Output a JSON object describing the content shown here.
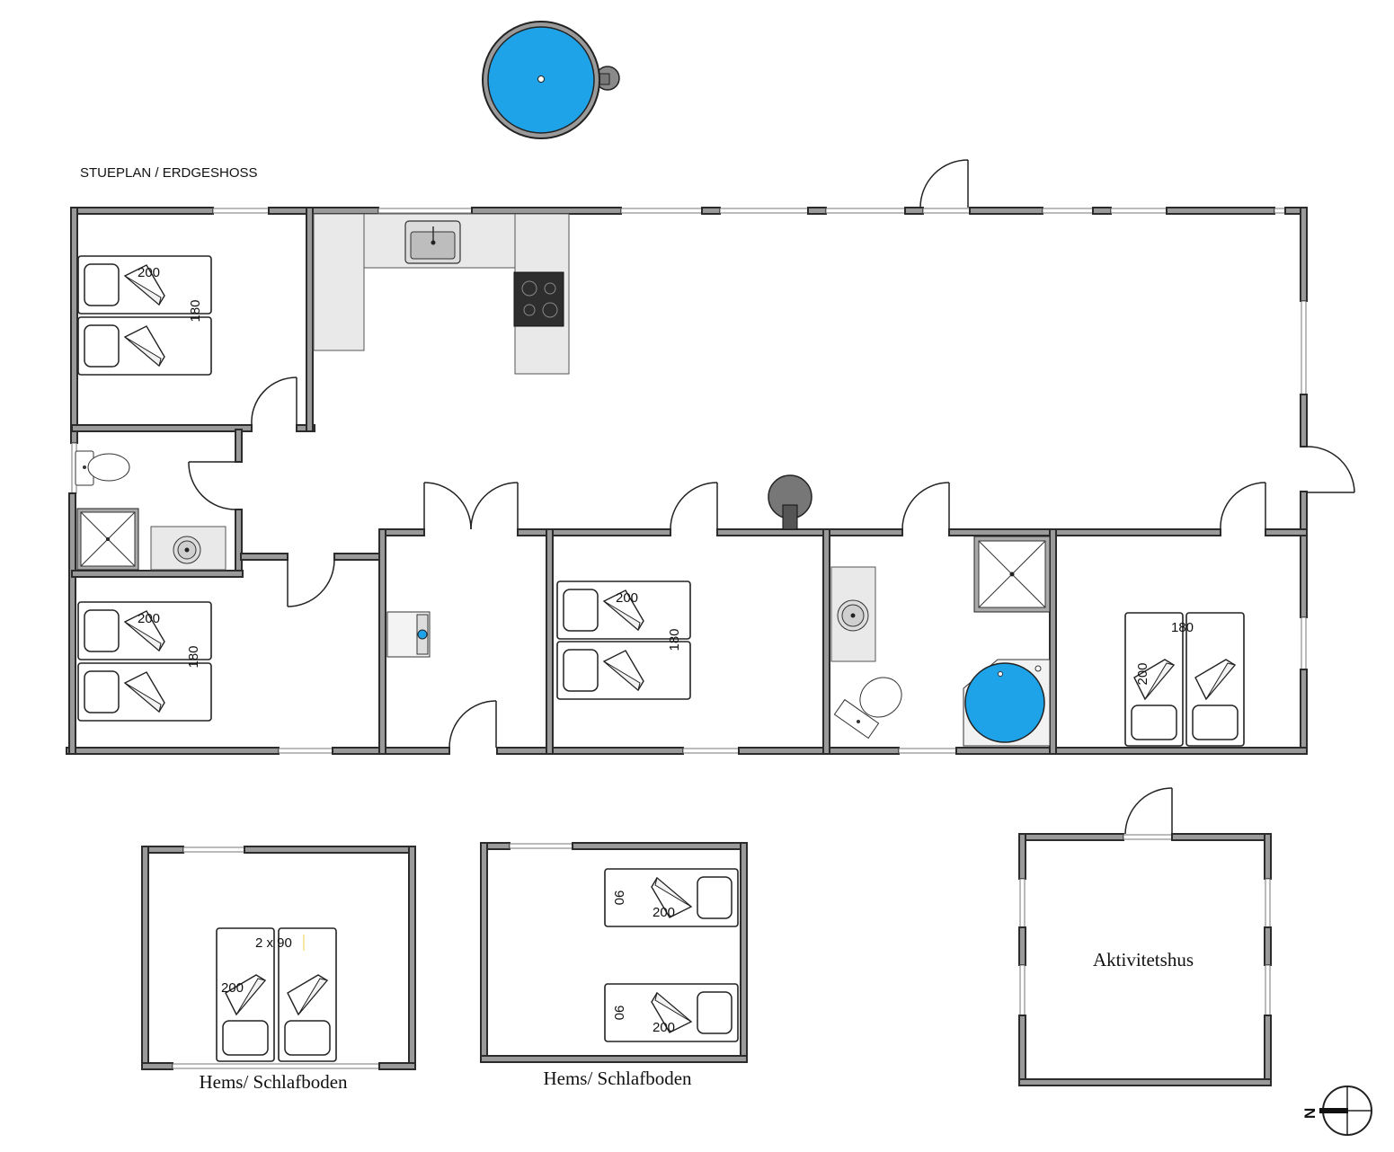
{
  "plan_title": "STUEPLAN / ERDGESHOSS",
  "rooms": {
    "bedroom_top_left": {
      "length": "200",
      "width": "180"
    },
    "bedroom_bottom_left": {
      "length": "200",
      "width": "180"
    },
    "bedroom_middle": {
      "length": "200",
      "width": "180"
    },
    "bedroom_right": {
      "width": "180",
      "length": "200"
    }
  },
  "loft_1": {
    "title": "Hems/ Schlafboden",
    "bed_width": "2 x 90",
    "bed_length": "200"
  },
  "loft_2": {
    "title": "Hems/ Schlafboden",
    "bed_width_1": "90",
    "bed_length_1": "200",
    "bed_width_2": "90",
    "bed_length_2": "200"
  },
  "activity_house": {
    "title": "Aktivitetshus"
  },
  "compass": {
    "letter": "N"
  },
  "colors": {
    "water": "#1fa3e8",
    "wall": "#9a9a9a",
    "counter": "#e9e9e9",
    "stove": "#2e2e2e",
    "fireplace": "#777777"
  }
}
